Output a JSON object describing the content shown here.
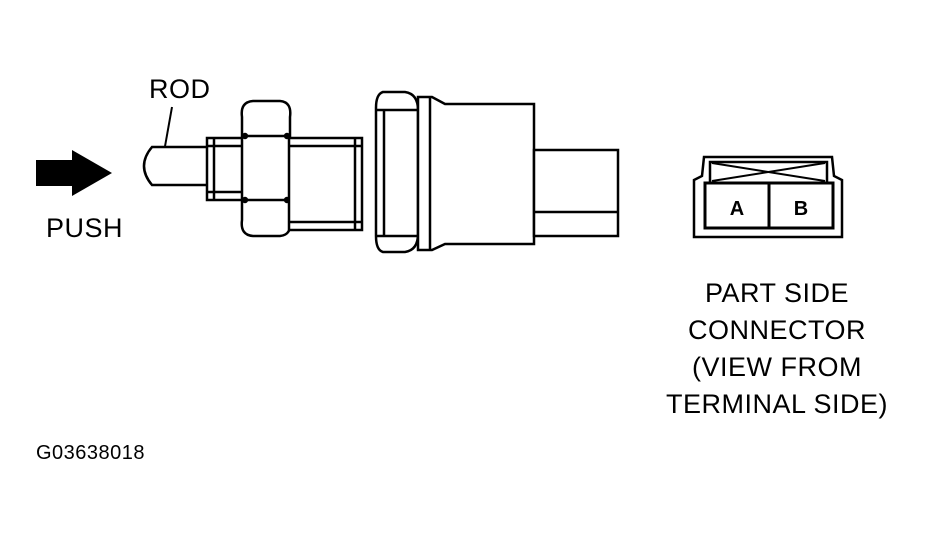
{
  "labels": {
    "rod": "ROD",
    "push": "PUSH"
  },
  "connector": {
    "terminal_a": "A",
    "terminal_b": "B",
    "caption_lines": [
      "PART SIDE",
      "CONNECTOR",
      "(VIEW FROM",
      "TERMINAL SIDE)"
    ]
  },
  "figure_id": "G03638018",
  "colors": {
    "ink": "#000000",
    "paper": "#ffffff"
  }
}
